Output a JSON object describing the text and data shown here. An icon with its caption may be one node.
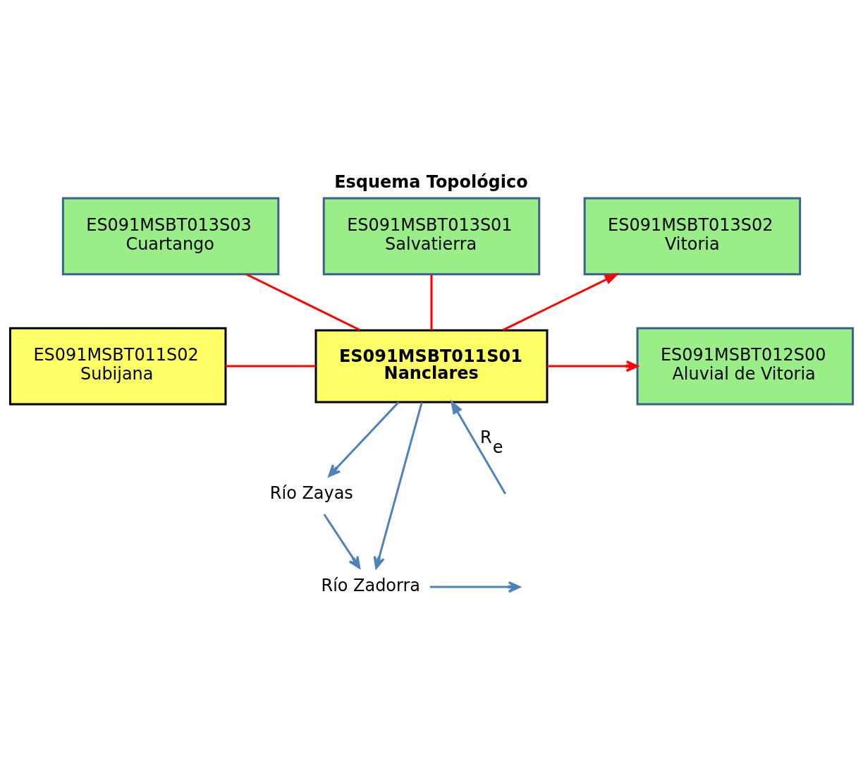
{
  "diagram": {
    "title": "Esquema Topológico",
    "nodes": [
      {
        "text": [
          "ES091MSBT013S03",
          "Cuartango"
        ]
      },
      {
        "text": [
          "ES091MSBT013S01",
          "Salvatierra"
        ]
      },
      {
        "text": [
          "ES091MSBT013S02",
          "Vitoria"
        ]
      },
      {
        "text": [
          "ES091MSBT011S02",
          "Subijana"
        ]
      },
      {
        "text": [
          "ES091MSBT011S01",
          "Nanclares"
        ]
      },
      {
        "text": [
          "ES091MSBT012S00",
          "Aluvial de Vitoria"
        ]
      },
      {
        "text": [
          "Río Zayas"
        ]
      },
      {
        "text": [
          "Río Zadorra"
        ]
      }
    ],
    "edges": [
      {
        "from": 0,
        "to": 4,
        "arrow": "none"
      },
      {
        "from": 1,
        "to": 4,
        "arrow": "none"
      },
      {
        "from": 4,
        "to": 2,
        "arrow": "to"
      },
      {
        "from": 3,
        "to": 4,
        "arrow": "none"
      },
      {
        "from": 4,
        "to": 5,
        "arrow": "to"
      },
      {
        "from": 4,
        "to": 6,
        "arrow": "to",
        "color": "#4f81bd"
      },
      {
        "from": 6,
        "to": 7,
        "arrow": "to",
        "color": "#4f81bd"
      },
      {
        "from": 4,
        "to": 7,
        "arrow": "to",
        "color": "#4f81bd"
      },
      {
        "from": null,
        "to": 4,
        "arrow": "to",
        "label": "R$_{e}$",
        "color": "#4f81bd"
      },
      {
        "from": 7,
        "to": null,
        "arrow": "to",
        "color": "#4f81bd"
      }
    ]
  }
}
